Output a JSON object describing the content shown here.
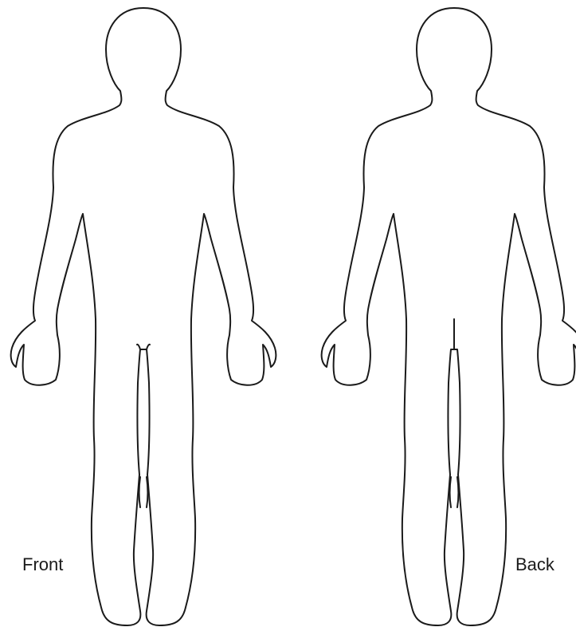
{
  "views": {
    "front": {
      "label": "Front",
      "icon": "human-body-outline-front"
    },
    "back": {
      "label": "Back",
      "icon": "human-body-outline-back"
    }
  },
  "colors": {
    "background": "#ffffff",
    "outline": "#1a1a1a"
  }
}
